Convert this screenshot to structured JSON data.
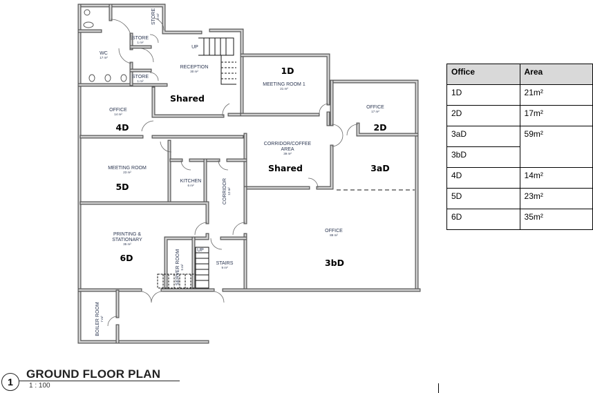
{
  "floor_plan": {
    "rooms": [
      {
        "name": "WC",
        "area": "17 m²"
      },
      {
        "name": "STORE",
        "area": "2 m²"
      },
      {
        "name": "STORE",
        "area": "1 m²"
      },
      {
        "name": "STORE",
        "area": "1 m²"
      },
      {
        "name": "RECEPTION",
        "area": "30 m²"
      },
      {
        "name": "MEETING ROOM 1",
        "area": "21 m²"
      },
      {
        "name": "OFFICE",
        "area": "14 m²"
      },
      {
        "name": "OFFICE",
        "area": "17 m²"
      },
      {
        "name": "CORRIDOR/COFFEE",
        "name2": "AREA",
        "area": "39 m²"
      },
      {
        "name": "MEETING ROOM",
        "area": "23 m²"
      },
      {
        "name": "KITCHEN",
        "area": "6 m²"
      },
      {
        "name": "CORRIDOR",
        "area": "12 m²"
      },
      {
        "name": "PRINTING &",
        "name2": "STATIONARY",
        "area": "35 m²"
      },
      {
        "name": "SERVER ROOM",
        "area": "5 m²"
      },
      {
        "name": "STAIRS",
        "area": "9 m²"
      },
      {
        "name": "OFFICE",
        "area": "89 m²"
      },
      {
        "name": "BOILER ROOM",
        "area": "7 m²"
      }
    ],
    "tags": [
      "1D",
      "2D",
      "3aD",
      "3bD",
      "4D",
      "5D",
      "6D",
      "Shared",
      "Shared"
    ],
    "stair_label": "UP",
    "title": "GROUND FLOOR PLAN",
    "view_number": "1",
    "scale": "1 : 100"
  },
  "area_table": {
    "headers": [
      "Office",
      "Area"
    ],
    "rows": [
      {
        "office": "1D",
        "area": "21m²"
      },
      {
        "office": "2D",
        "area": "17m²"
      },
      {
        "office": "3aD",
        "area": "59m²"
      },
      {
        "office": "3bD",
        "area": ""
      },
      {
        "office": "4D",
        "area": "14m²"
      },
      {
        "office": "5D",
        "area": "23m²"
      },
      {
        "office": "6D",
        "area": "35m²"
      }
    ]
  }
}
